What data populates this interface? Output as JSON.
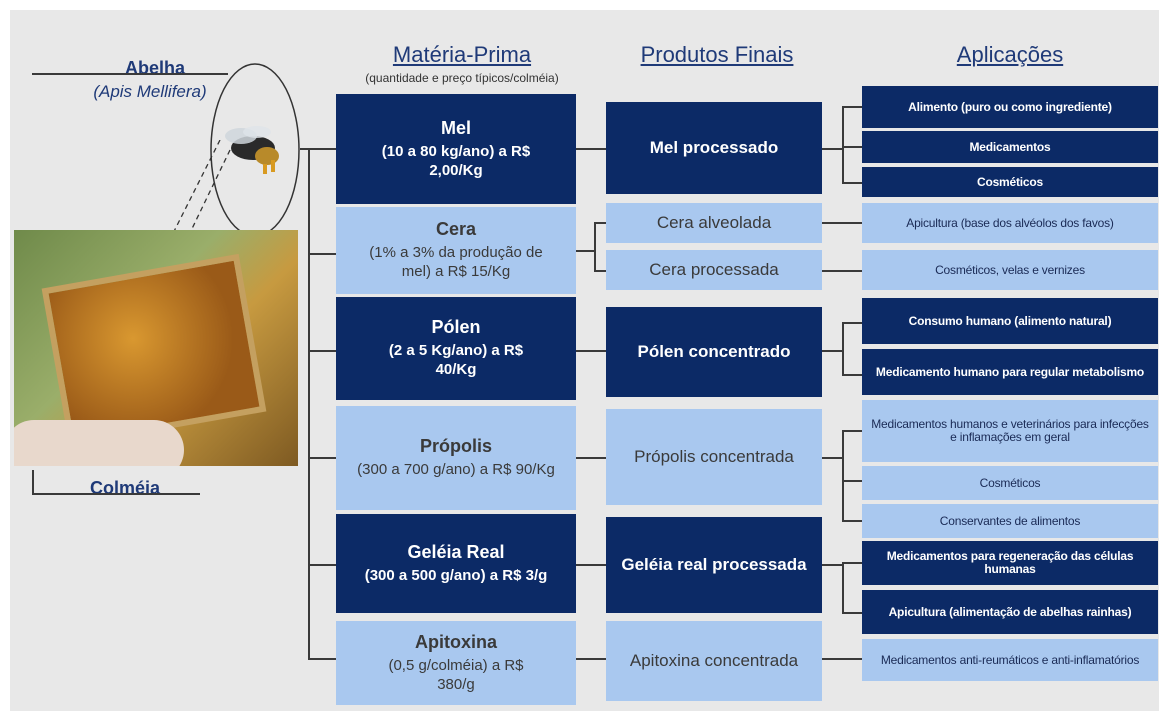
{
  "labels": {
    "abelha": "Abelha",
    "abelha_sci": "(Apis Mellifera)",
    "colmeia": "Colméia"
  },
  "headers": {
    "materia_prima": "Matéria-Prima",
    "materia_prima_sub": "(quantidade e preço típicos/colméia)",
    "produtos_finais": "Produtos Finais",
    "aplicacoes": "Aplicações"
  },
  "materia": [
    {
      "name": "Mel",
      "detail": "(10 a 80 kg/ano) a R$ 2,00/Kg",
      "style": "dark"
    },
    {
      "name": "Cera",
      "detail": "(1% a 3% da produção de mel) a R$ 15/Kg",
      "style": "light"
    },
    {
      "name": "Pólen",
      "detail": "(2 a 5 Kg/ano) a R$ 40/Kg",
      "style": "dark"
    },
    {
      "name": "Própolis",
      "detail": "(300 a 700 g/ano) a R$ 90/Kg",
      "style": "light"
    },
    {
      "name": "Geléia Real",
      "detail": "(300 a 500 g/ano) a R$ 3/g",
      "style": "dark"
    },
    {
      "name": "Apitoxina",
      "detail": "(0,5 g/colméia) a R$ 380/g",
      "style": "light"
    }
  ],
  "produtos": [
    {
      "label": "Mel processado",
      "style": "dark"
    },
    {
      "label": "Cera alveolada",
      "style": "light"
    },
    {
      "label": "Cera processada",
      "style": "light"
    },
    {
      "label": "Pólen concentrado",
      "style": "dark"
    },
    {
      "label": "Própolis concentrada",
      "style": "light"
    },
    {
      "label": "Geléia real processada",
      "style": "dark"
    },
    {
      "label": "Apitoxina concentrada",
      "style": "light"
    }
  ],
  "aplicacoes": [
    {
      "label": "Alimento (puro ou como ingrediente)",
      "style": "dark"
    },
    {
      "label": "Medicamentos",
      "style": "dark"
    },
    {
      "label": "Cosméticos",
      "style": "dark"
    },
    {
      "label": "Apicultura (base dos alvéolos dos favos)",
      "style": "light"
    },
    {
      "label": "Cosméticos, velas e vernizes",
      "style": "light"
    },
    {
      "label": "Consumo humano (alimento natural)",
      "style": "dark"
    },
    {
      "label": "Medicamento humano para regular metabolismo",
      "style": "dark"
    },
    {
      "label": "Medicamentos humanos e veterinários para infecções e inflamações em geral",
      "style": "light"
    },
    {
      "label": "Cosméticos",
      "style": "light"
    },
    {
      "label": "Conservantes de alimentos",
      "style": "light"
    },
    {
      "label": "Medicamentos para regeneração das células humanas",
      "style": "dark"
    },
    {
      "label": "Apicultura (alimentação de abelhas rainhas)",
      "style": "dark"
    },
    {
      "label": "Medicamentos anti-reumáticos e anti-inflamatórios",
      "style": "light"
    }
  ]
}
